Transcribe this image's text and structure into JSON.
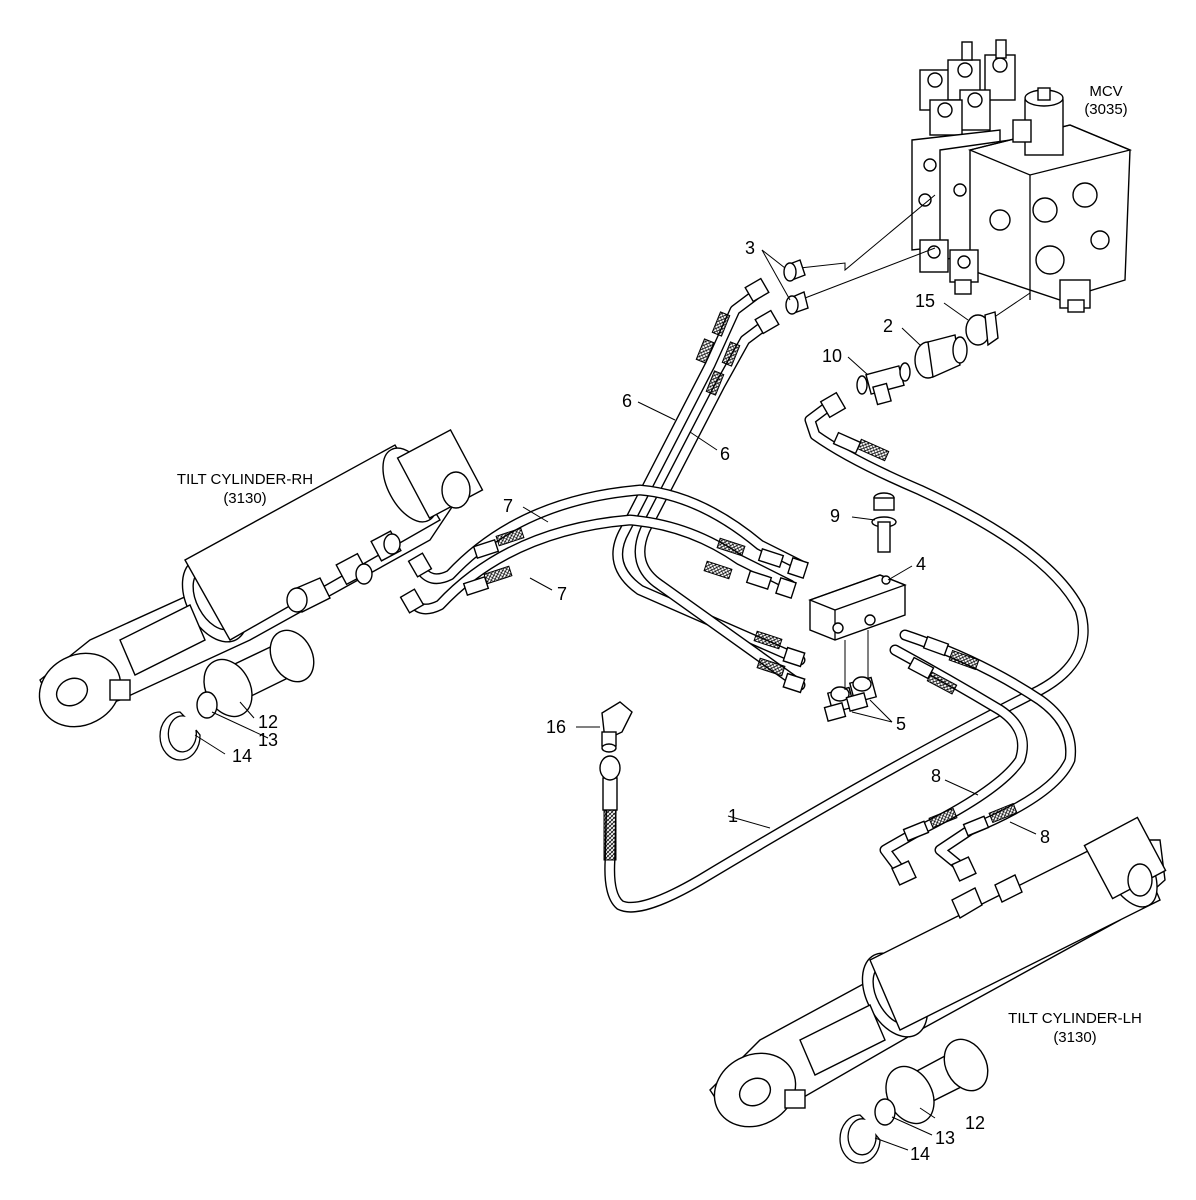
{
  "components": {
    "mcv": {
      "name": "MCV",
      "code": "(3035)"
    },
    "tilt_rh": {
      "name": "TILT CYLINDER-RH",
      "code": "(3130)"
    },
    "tilt_lh": {
      "name": "TILT CYLINDER-LH",
      "code": "(3130)"
    }
  },
  "callouts": [
    {
      "id": "c3",
      "text": "3"
    },
    {
      "id": "c15",
      "text": "15"
    },
    {
      "id": "c2",
      "text": "2"
    },
    {
      "id": "c10",
      "text": "10"
    },
    {
      "id": "c6a",
      "text": "6"
    },
    {
      "id": "c6b",
      "text": "6"
    },
    {
      "id": "c9",
      "text": "9"
    },
    {
      "id": "c4",
      "text": "4"
    },
    {
      "id": "c7a",
      "text": "7"
    },
    {
      "id": "c7b",
      "text": "7"
    },
    {
      "id": "c5",
      "text": "5"
    },
    {
      "id": "c16",
      "text": "16"
    },
    {
      "id": "c1",
      "text": "1"
    },
    {
      "id": "c8a",
      "text": "8"
    },
    {
      "id": "c8b",
      "text": "8"
    },
    {
      "id": "c12a",
      "text": "12"
    },
    {
      "id": "c13a",
      "text": "13"
    },
    {
      "id": "c14a",
      "text": "14"
    },
    {
      "id": "c12b",
      "text": "12"
    },
    {
      "id": "c13b",
      "text": "13"
    },
    {
      "id": "c14b",
      "text": "14"
    }
  ]
}
